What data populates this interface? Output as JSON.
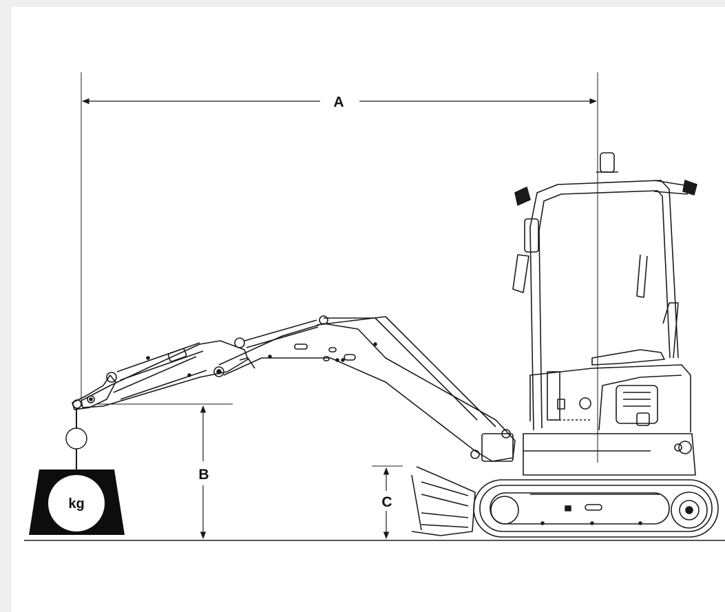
{
  "diagram": {
    "dimensions": {
      "a_label": "A",
      "b_label": "B",
      "c_label": "C"
    },
    "load": {
      "weight_label": "kg"
    },
    "colors": {
      "line": "#1a1a1a",
      "background": "#ffffff",
      "page": "#efefef"
    }
  }
}
